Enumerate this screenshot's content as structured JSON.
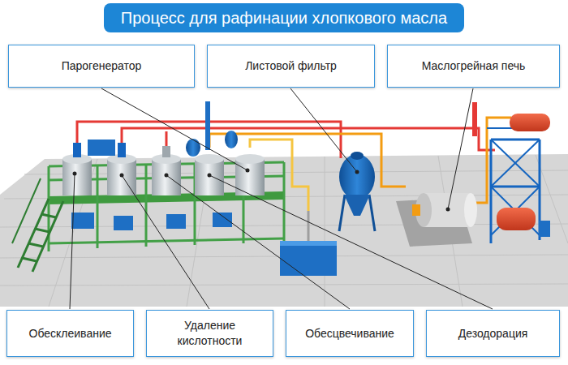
{
  "diagram": {
    "title": "Процесс для рафинации хлопкового масла",
    "nodes": [
      {
        "text": [
          "Парогенератор"
        ]
      },
      {
        "text": [
          "Листовой фильтр"
        ]
      },
      {
        "text": [
          "Маслогрейная печь"
        ]
      },
      {
        "text": [
          "Обесклеивание"
        ]
      },
      {
        "text": [
          "Удаление кислотности"
        ]
      },
      {
        "text": [
          "Обесцвечивание"
        ]
      },
      {
        "text": [
          "Дезодорация"
        ]
      }
    ]
  }
}
